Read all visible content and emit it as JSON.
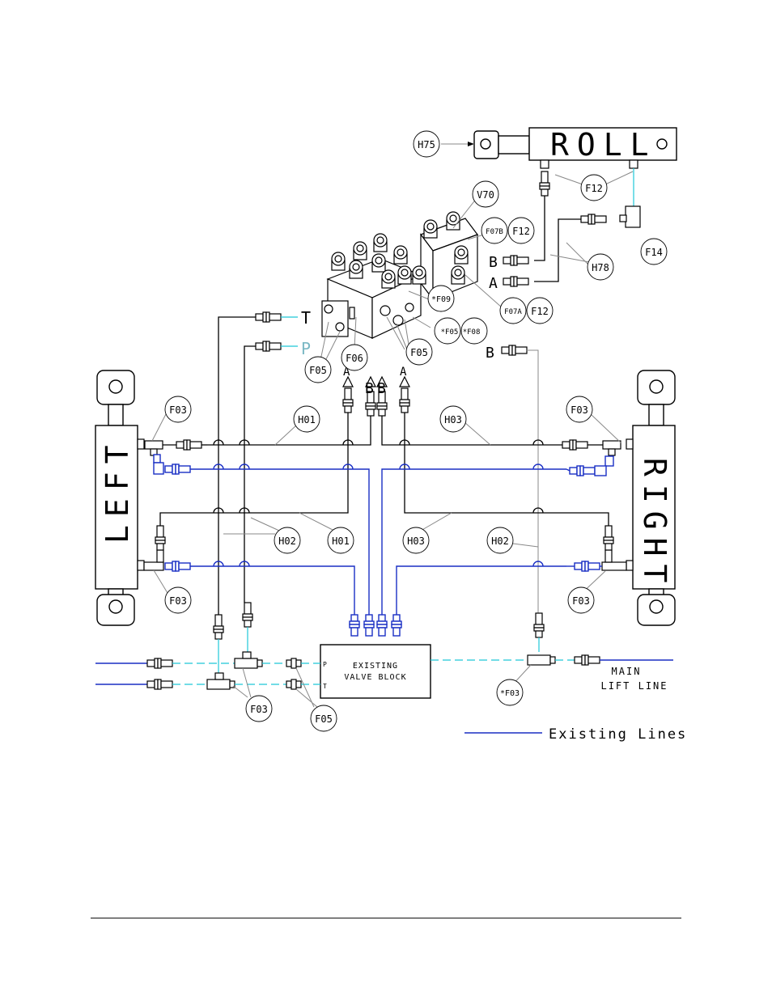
{
  "components": {
    "roll": "ROLL",
    "left": "LEFT",
    "right": "RIGHT",
    "valve_block_line1": "EXISTING",
    "valve_block_line2": "VALVE BLOCK",
    "main_lift_line1": "MAIN",
    "main_lift_line2": "LIFT LINE",
    "port_p_small": "P",
    "port_t_small": "T"
  },
  "ports": {
    "t": "T",
    "p": "P",
    "roll_b": "B",
    "roll_a": "A",
    "right_b": "B",
    "a1": "A",
    "b1": "B",
    "b2": "B",
    "a2": "A"
  },
  "callouts": {
    "h75": "H75",
    "v70": "V70",
    "f12_top": "F12",
    "f07b": "F07B",
    "f12_mid": "F12",
    "f14": "F14",
    "h78": "H78",
    "f07a": "F07A",
    "f12_low": "F12",
    "f09": "*F09",
    "f05_f08": "*F05 *F08",
    "f06": "F06",
    "f05_valve": "F05",
    "f05_left": "F05",
    "f03_ul": "F03",
    "f03_ur": "F03",
    "h01_top": "H01",
    "h03_top": "H03",
    "h02_left": "H02",
    "h01_bottom": "H01",
    "h03_bottom": "H03",
    "h02_right": "H02",
    "f03_ll": "F03",
    "f03_lr": "F03",
    "f03_bottom": "F03",
    "f05_bottom": "F05",
    "f03_star": "*F03"
  },
  "legend": {
    "label": "Existing Lines",
    "color": "#1a2fc4"
  },
  "colors": {
    "existing_line": "#1a2fc4",
    "pressure_line": "#1fc8d8",
    "new_line": "#000000"
  }
}
